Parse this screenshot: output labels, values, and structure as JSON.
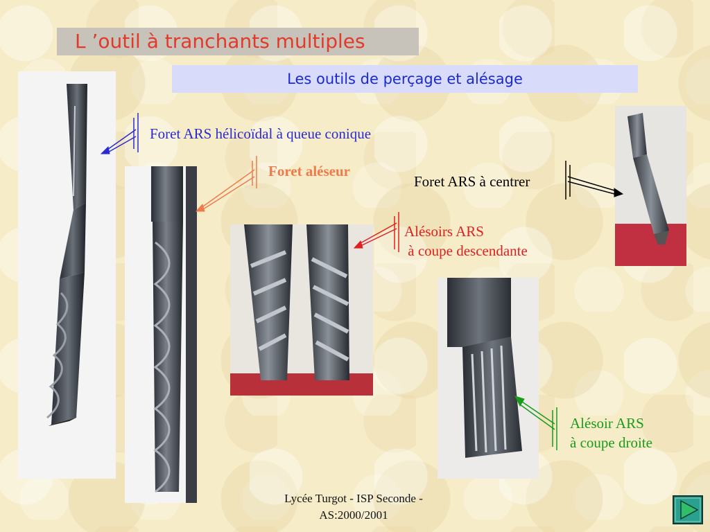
{
  "title": "L ’outil à tranchants multiples",
  "subtitle": "Les outils de perçage et alésage",
  "labels": {
    "helical": "Foret ARS hélicoïdal à queue conique",
    "aleseur": "Foret aléseur",
    "centrer": "Foret ARS à centrer",
    "alesoirs_desc_line1": "Alésoirs ARS",
    "alesoirs_desc_line2": " à coupe descendante",
    "alesoir_droite_line1": "Alésoir ARS",
    "alesoir_droite_line2": "à coupe droite"
  },
  "footer": {
    "line1": "Lycée Turgot - ISP Seconde -",
    "line2": "AS:2000/2001"
  },
  "colors": {
    "title_text": "#e03a2a",
    "subtitle_text": "#1a2ad0",
    "helical": "#2a2ad0",
    "aleseur": "#f07a4a",
    "centrer": "#000000",
    "alesoirs_desc": "#e02020",
    "alesoir_droite": "#1a9a1a"
  },
  "icons": {
    "next": "play-next-icon"
  }
}
